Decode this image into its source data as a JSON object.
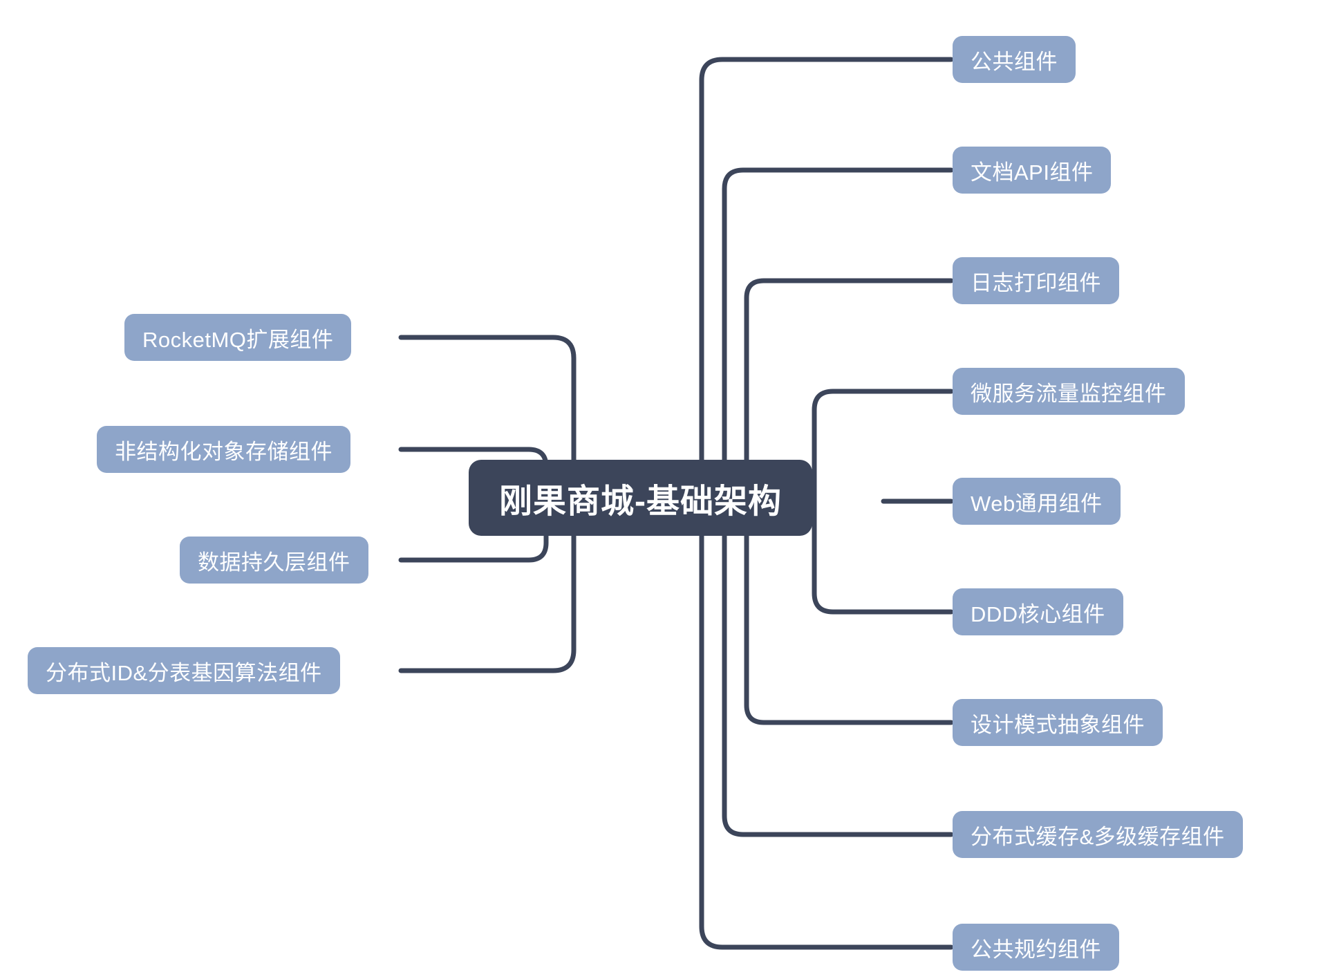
{
  "diagram": {
    "type": "mindmap",
    "title": "刚果商城-基础架构",
    "background_color": "#ffffff",
    "root": {
      "label": "刚果商城-基础架构",
      "fill": "#3c455a",
      "text_color": "#ffffff"
    },
    "branch_style": {
      "fill": "#8ea5c9",
      "text_color": "#ffffff"
    },
    "connector_color": "#3c455a",
    "left_branches": [
      {
        "label": "RocketMQ扩展组件"
      },
      {
        "label": "非结构化对象存储组件"
      },
      {
        "label": "数据持久层组件"
      },
      {
        "label": "分布式ID&分表基因算法组件"
      }
    ],
    "right_branches": [
      {
        "label": "公共组件"
      },
      {
        "label": "文档API组件"
      },
      {
        "label": "日志打印组件"
      },
      {
        "label": "微服务流量监控组件"
      },
      {
        "label": "Web通用组件"
      },
      {
        "label": "DDD核心组件"
      },
      {
        "label": "设计模式抽象组件"
      },
      {
        "label": "分布式缓存&多级缓存组件"
      },
      {
        "label": "公共规约组件"
      }
    ]
  }
}
